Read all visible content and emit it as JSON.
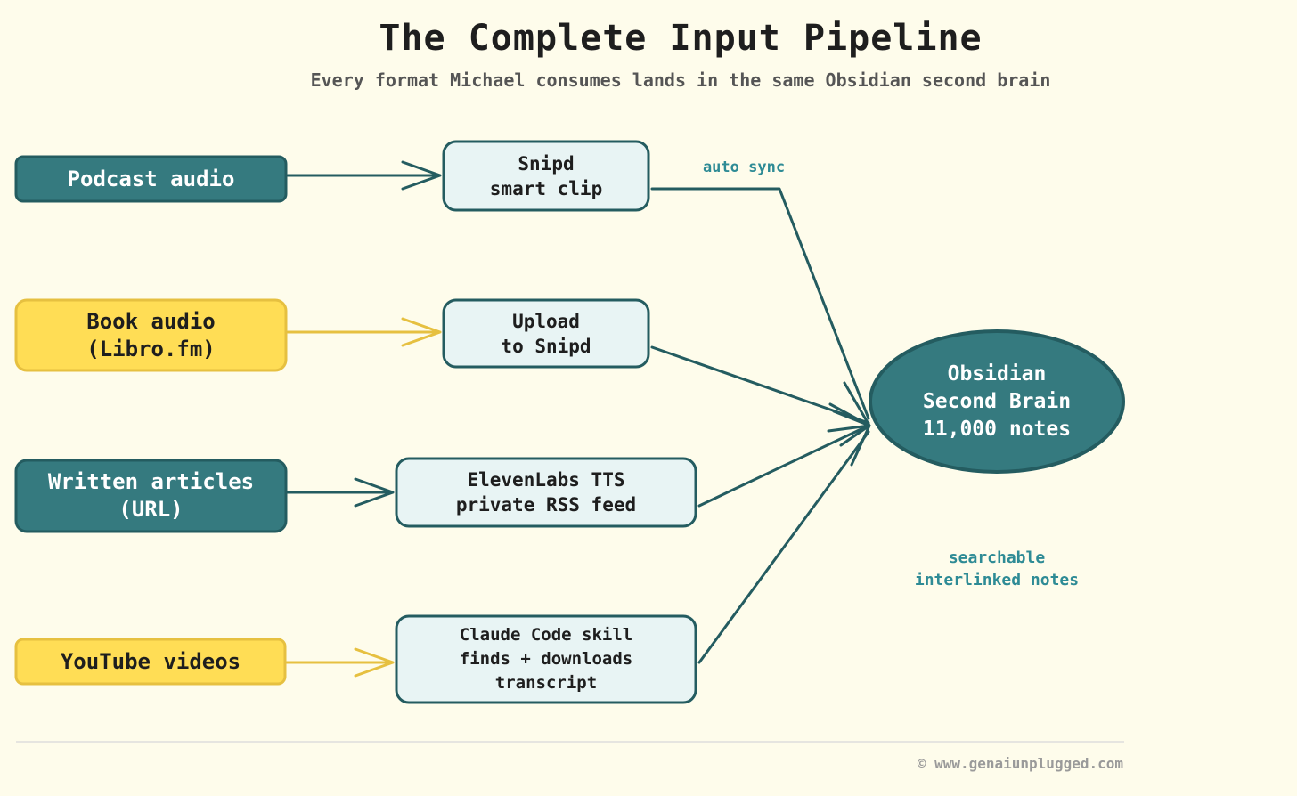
{
  "header": {
    "title": "The Complete Input Pipeline",
    "subtitle": "Every format Michael consumes lands in the same Obsidian second brain"
  },
  "sources": [
    {
      "label": "Podcast audio",
      "color": "#357A7F"
    },
    {
      "label": "Book audio\n(Libro.fm)",
      "color": "#FFDD55"
    },
    {
      "label": "Written articles\n(URL)",
      "color": "#357A7F"
    },
    {
      "label": "YouTube videos",
      "color": "#FFDD55"
    }
  ],
  "processors": [
    {
      "label": "Snipd\nsmart clip"
    },
    {
      "label": "Upload\nto Snipd"
    },
    {
      "label": "ElevenLabs TTS\nprivate RSS feed"
    },
    {
      "label": "Claude Code skill\nfinds + downloads\ntranscript"
    }
  ],
  "hub": {
    "label": "Obsidian\nSecond Brain\n11,000 notes",
    "color": "#357A7F"
  },
  "annotations": {
    "auto_sync": "auto sync",
    "searchable": "searchable\ninterlinked notes"
  },
  "footer": {
    "credit": "© www.genaiunplugged.com"
  },
  "colors": {
    "background": "#FEFCEB",
    "teal": "#357A7F",
    "teal_border": "#245C60",
    "yellow": "#FFDD55",
    "yellow_border": "#E6C040",
    "process_fill": "#E8F4F4",
    "annotation": "#2E8B95"
  }
}
